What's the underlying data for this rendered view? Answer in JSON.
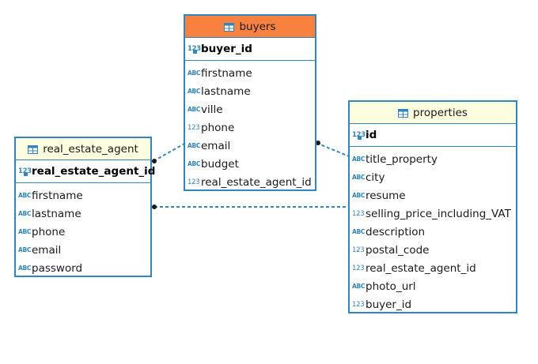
{
  "entities": {
    "buyers": {
      "title": "buyers",
      "pk": {
        "type": "123",
        "name": "buyer_id"
      },
      "columns": [
        {
          "type": "ABC",
          "name": "firstname"
        },
        {
          "type": "ABC",
          "name": "lastname"
        },
        {
          "type": "ABC",
          "name": "ville"
        },
        {
          "type": "123",
          "name": "phone"
        },
        {
          "type": "ABC",
          "name": "email"
        },
        {
          "type": "ABC",
          "name": "budget"
        },
        {
          "type": "123",
          "name": "real_estate_agent_id"
        }
      ]
    },
    "real_estate_agent": {
      "title": "real_estate_agent",
      "pk": {
        "type": "123",
        "name": "real_estate_agent_id"
      },
      "columns": [
        {
          "type": "ABC",
          "name": "firstname"
        },
        {
          "type": "ABC",
          "name": "lastname"
        },
        {
          "type": "ABC",
          "name": "phone"
        },
        {
          "type": "ABC",
          "name": "email"
        },
        {
          "type": "ABC",
          "name": "password"
        }
      ]
    },
    "properties": {
      "title": "properties",
      "pk": {
        "type": "123",
        "name": "id"
      },
      "columns": [
        {
          "type": "ABC",
          "name": "title_property"
        },
        {
          "type": "ABC",
          "name": "city"
        },
        {
          "type": "ABC",
          "name": "resume"
        },
        {
          "type": "123",
          "name": "selling_price_including_VAT"
        },
        {
          "type": "ABC",
          "name": "description"
        },
        {
          "type": "123",
          "name": "postal_code"
        },
        {
          "type": "123",
          "name": "real_estate_agent_id"
        },
        {
          "type": "ABC",
          "name": "photo_url"
        },
        {
          "type": "123",
          "name": "buyer_id"
        }
      ]
    }
  },
  "colors": {
    "border": "#2f86c1",
    "header": "#fdfde0",
    "selected_header": "#f8813f"
  }
}
